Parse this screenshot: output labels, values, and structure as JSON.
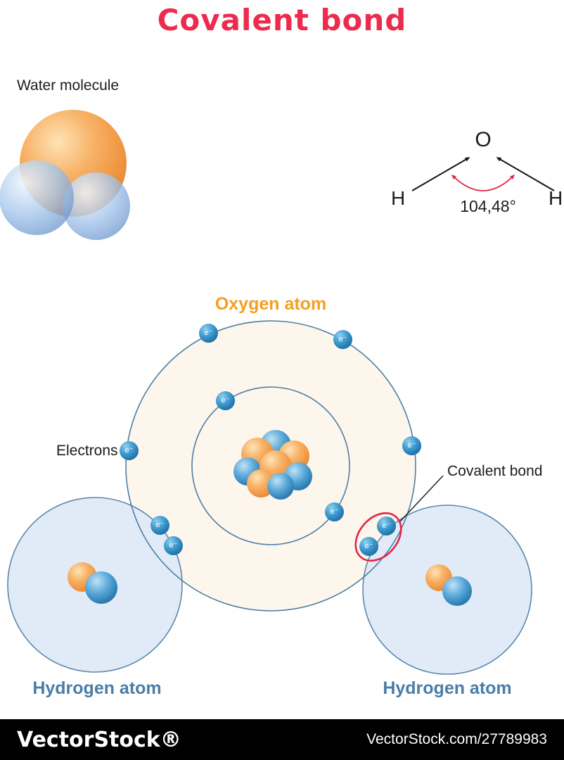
{
  "title": "Covalent bond",
  "water_molecule": {
    "label": "Water molecule"
  },
  "structural_formula": {
    "oxygen": "O",
    "hydrogen_left": "H",
    "hydrogen_right": "H",
    "bond_angle": "104,48°"
  },
  "oxygen_atom": {
    "label": "Oxygen atom"
  },
  "hydrogen_atom_left": {
    "label": "Hydrogen atom"
  },
  "hydrogen_atom_right": {
    "label": "Hydrogen atom"
  },
  "annotations": {
    "electrons_label": "Electrons",
    "covalent_bond_label": "Covalent bond"
  },
  "electron_symbol": "e⁻",
  "colors": {
    "title_red": "#ed2b4e",
    "oxygen_label_orange": "#f5a01f",
    "hydrogen_label_blue": "#4a7da6",
    "electron_blue": "#2e86c1",
    "nucleus_orange": "#f09440",
    "nucleus_blue": "#2e7fb5",
    "shell_stroke": "#4f7ea3",
    "oxygen_fill": "#fdf6ec",
    "hydrogen_fill": "#dfeaf8",
    "highlight_red": "#e02843",
    "footer_background": "#000000"
  },
  "footer": {
    "brand": "VectorStock®",
    "credit": "VectorStock.com/27789983"
  }
}
